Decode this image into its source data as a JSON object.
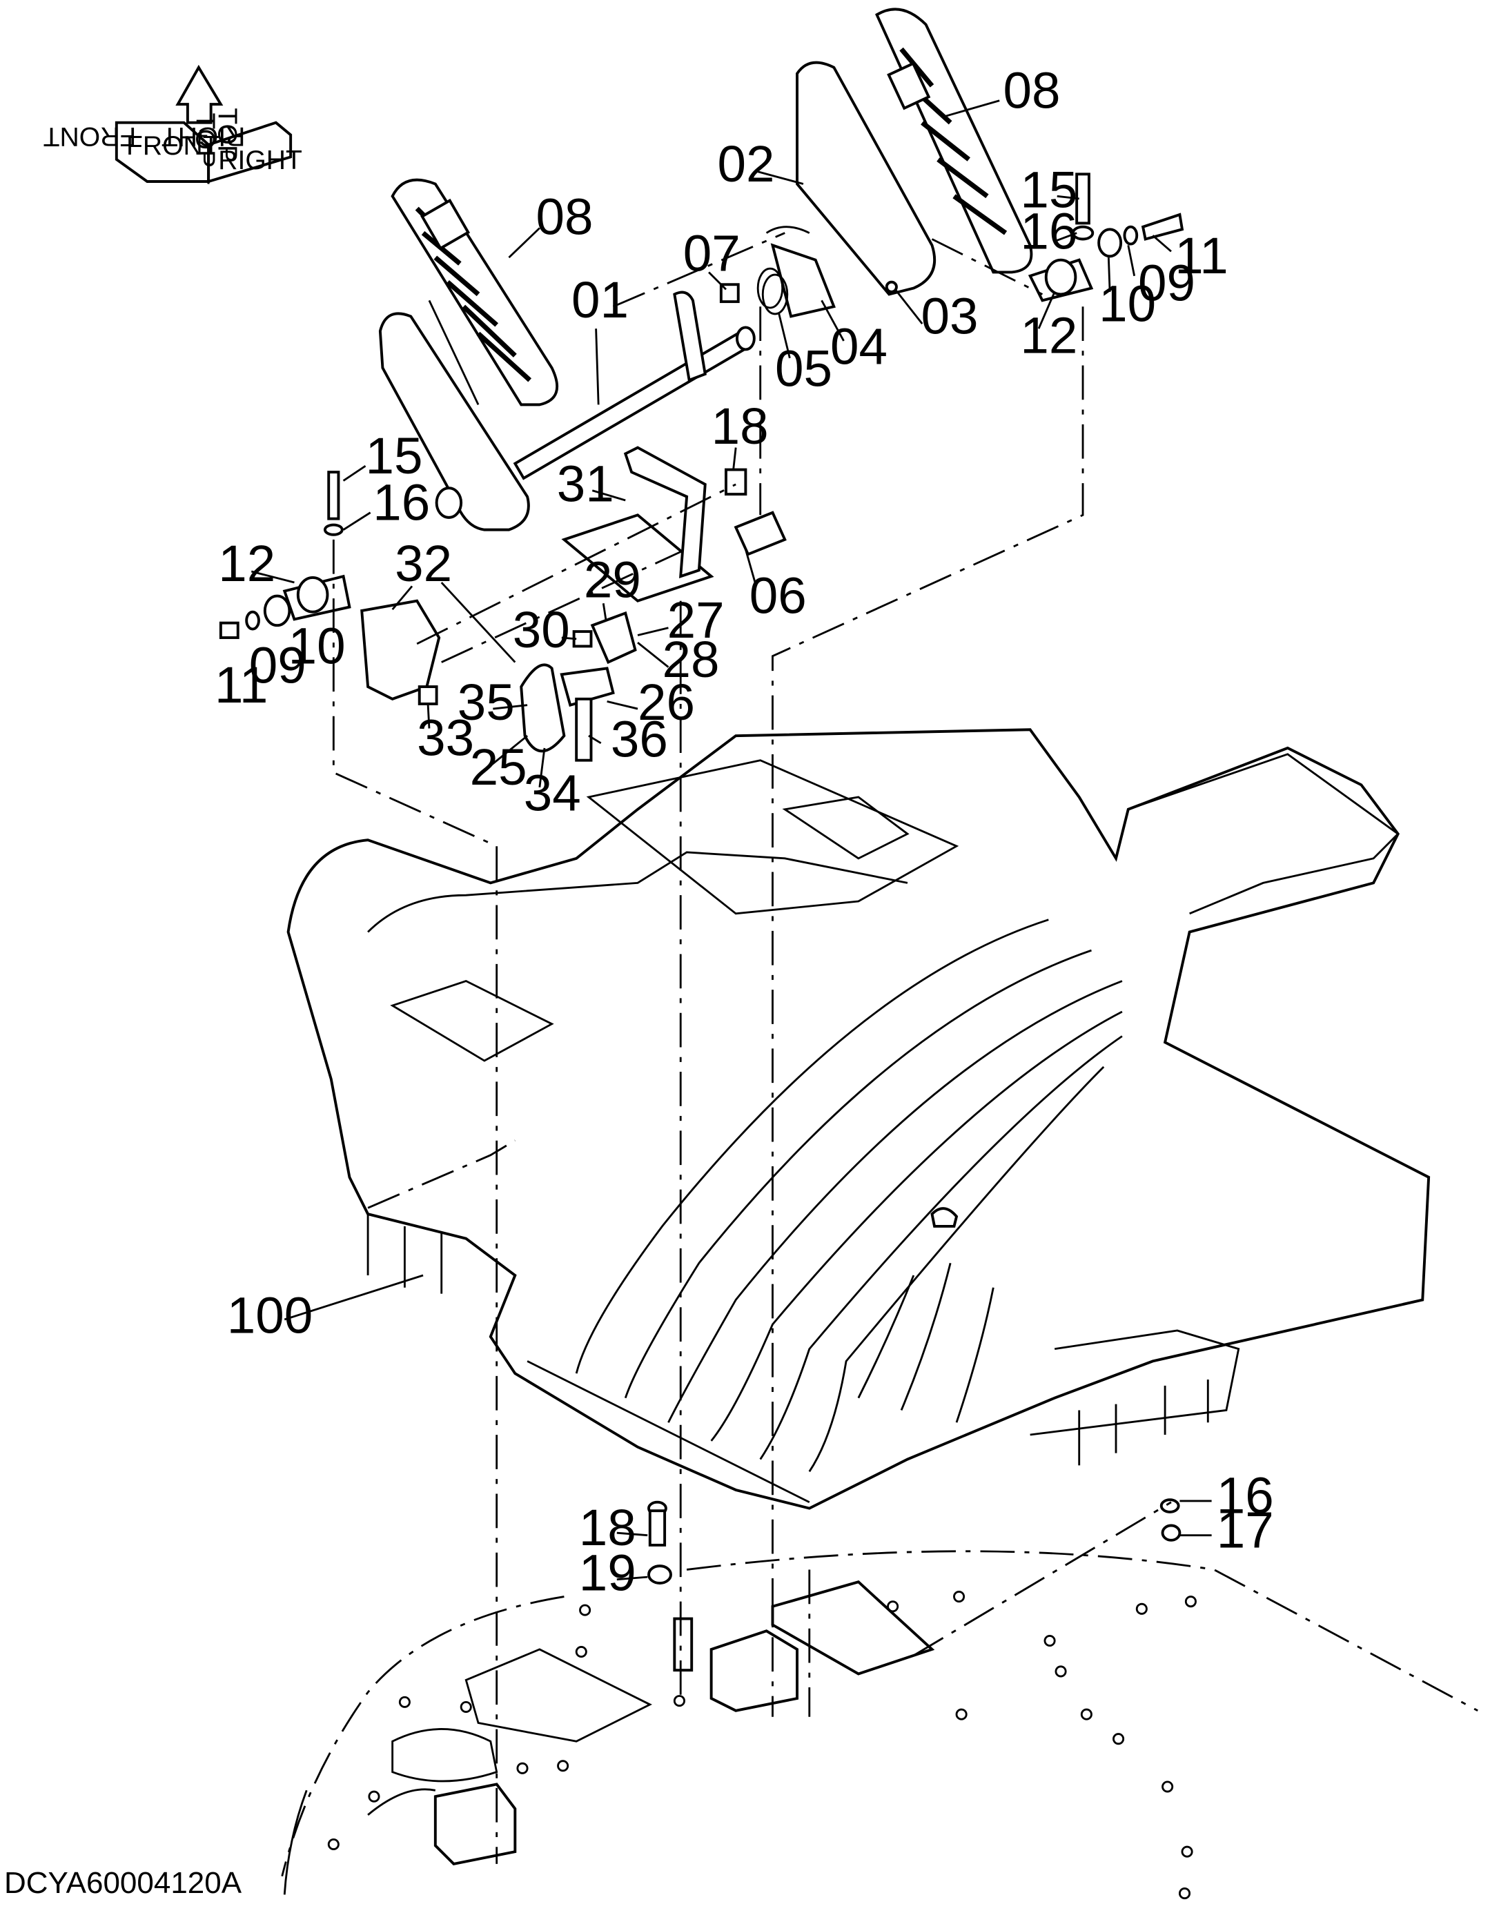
{
  "drawing_code": "DCYA60004120A",
  "orientation_indicator": {
    "labels": [
      "TOP",
      "FRONT",
      "RIGHT",
      "FRONT",
      "TOP",
      "RIGHT"
    ]
  },
  "callouts": [
    {
      "id": "c08a",
      "text": "08"
    },
    {
      "id": "c08b",
      "text": "08"
    },
    {
      "id": "c02",
      "text": "02"
    },
    {
      "id": "c15a",
      "text": "15"
    },
    {
      "id": "c16a",
      "text": "16"
    },
    {
      "id": "c11a",
      "text": "11"
    },
    {
      "id": "c09a",
      "text": "09"
    },
    {
      "id": "c10a",
      "text": "10"
    },
    {
      "id": "c12a",
      "text": "12"
    },
    {
      "id": "c07",
      "text": "07"
    },
    {
      "id": "c03",
      "text": "03"
    },
    {
      "id": "c04",
      "text": "04"
    },
    {
      "id": "c05",
      "text": "05"
    },
    {
      "id": "c01",
      "text": "01"
    },
    {
      "id": "c18a",
      "text": "18"
    },
    {
      "id": "c15b",
      "text": "15"
    },
    {
      "id": "c16b",
      "text": "16"
    },
    {
      "id": "c31",
      "text": "31"
    },
    {
      "id": "c06",
      "text": "06"
    },
    {
      "id": "c12b",
      "text": "12"
    },
    {
      "id": "c32",
      "text": "32"
    },
    {
      "id": "c29",
      "text": "29"
    },
    {
      "id": "c27",
      "text": "27"
    },
    {
      "id": "c30",
      "text": "30"
    },
    {
      "id": "c28",
      "text": "28"
    },
    {
      "id": "c11b",
      "text": "11"
    },
    {
      "id": "c09b",
      "text": "09"
    },
    {
      "id": "c10b",
      "text": "10"
    },
    {
      "id": "c35",
      "text": "35"
    },
    {
      "id": "c26",
      "text": "26"
    },
    {
      "id": "c33",
      "text": "33"
    },
    {
      "id": "c36",
      "text": "36"
    },
    {
      "id": "c25",
      "text": "25"
    },
    {
      "id": "c34",
      "text": "34"
    },
    {
      "id": "c100",
      "text": "100"
    },
    {
      "id": "c16c",
      "text": "16"
    },
    {
      "id": "c17",
      "text": "17"
    },
    {
      "id": "c18b",
      "text": "18"
    },
    {
      "id": "c19",
      "text": "19"
    }
  ]
}
